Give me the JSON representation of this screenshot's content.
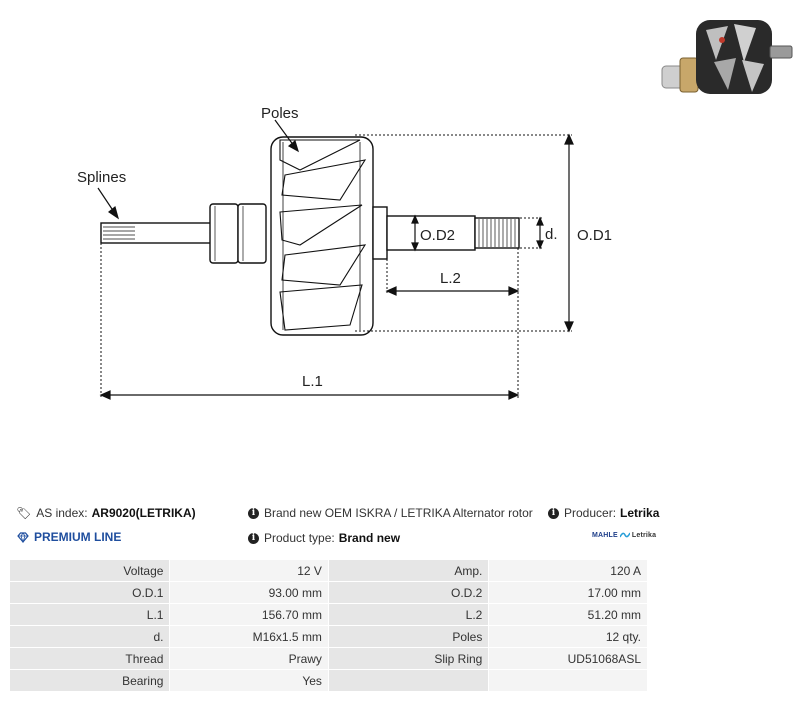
{
  "diagram": {
    "labels": {
      "poles": "Poles",
      "splines": "Splines",
      "od2": "O.D2",
      "d": "d.",
      "od1": "O.D1",
      "l2": "L.2",
      "l1": "L.1"
    }
  },
  "info": {
    "as_index_label": "AS index:",
    "as_index_value": "AR9020(LETRIKA)",
    "description": "Brand new OEM ISKRA / LETRIKA Alternator rotor",
    "producer_label": "Producer:",
    "producer_value": "Letrika",
    "premium_line": "PREMIUM LINE",
    "product_type_label": "Product type:",
    "product_type_value": "Brand new",
    "brand_logo_left": "MAHLE",
    "brand_logo_right": "Letrika"
  },
  "specs": [
    {
      "l1": "Voltage",
      "v1": "12 V",
      "l2": "Amp.",
      "v2": "120 A"
    },
    {
      "l1": "O.D.1",
      "v1": "93.00 mm",
      "l2": "O.D.2",
      "v2": "17.00 mm"
    },
    {
      "l1": "L.1",
      "v1": "156.70 mm",
      "l2": "L.2",
      "v2": "51.20 mm"
    },
    {
      "l1": "d.",
      "v1": "M16x1.5 mm",
      "l2": "Poles",
      "v2": "12 qty."
    },
    {
      "l1": "Thread",
      "v1": "Prawy",
      "l2": "Slip Ring",
      "v2": "UD51068ASL"
    },
    {
      "l1": "Bearing",
      "v1": "Yes",
      "l2": "",
      "v2": ""
    }
  ],
  "colors": {
    "premium": "#1f4e9e",
    "label_bg": "#e6e6e6",
    "value_bg": "#f4f4f4"
  }
}
